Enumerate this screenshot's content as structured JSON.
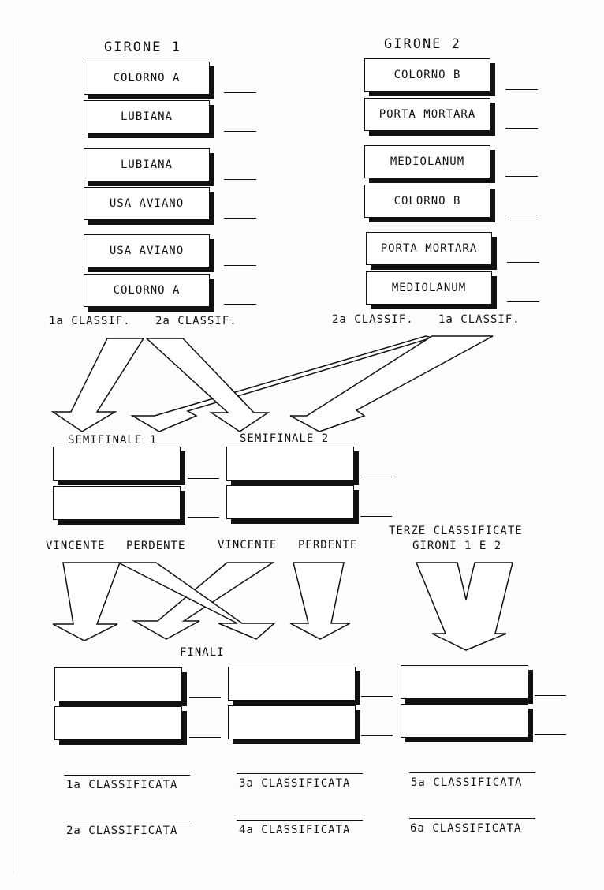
{
  "groups": {
    "g1": {
      "title": "GIRONE 1",
      "matches": [
        [
          "COLORNO A",
          "LUBIANA"
        ],
        [
          "LUBIANA",
          "USA AVIANO"
        ],
        [
          "USA AVIANO",
          "COLORNO A"
        ]
      ],
      "first_label": "1a CLASSIF.",
      "second_label": "2a CLASSIF."
    },
    "g2": {
      "title": "GIRONE 2",
      "matches": [
        [
          "COLORNO B",
          "PORTA MORTARA"
        ],
        [
          "MEDIOLANUM",
          "COLORNO B"
        ],
        [
          "PORTA MORTARA",
          "MEDIOLANUM"
        ]
      ],
      "second_label": "2a CLASSIF.",
      "first_label": "1a CLASSIF."
    }
  },
  "semifinals": {
    "s1": "SEMIFINALE 1",
    "s2": "SEMIFINALE 2",
    "winner": "VINCENTE",
    "loser": "PERDENTE"
  },
  "thirds": {
    "line1": "TERZE CLASSIFICATE",
    "line2": "GIRONI 1 E 2"
  },
  "finals": {
    "title": "FINALI"
  },
  "placings": [
    "1a CLASSIFICATA",
    "2a CLASSIFICATA",
    "3a CLASSIFICATA",
    "4a CLASSIFICATA",
    "5a CLASSIFICATA",
    "6a CLASSIFICATA"
  ]
}
